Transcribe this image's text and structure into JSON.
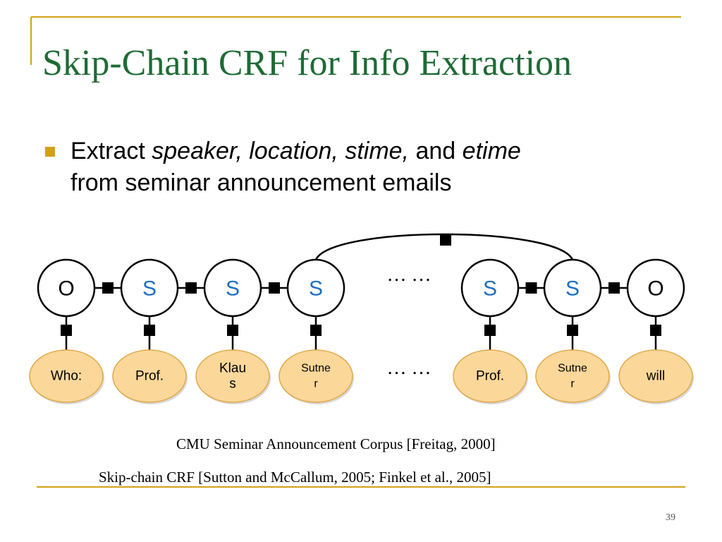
{
  "slide": {
    "title": "Skip-Chain CRF for Info Extraction",
    "bullet": {
      "prefix": "Extract ",
      "speaker": "speaker,",
      "location": "location,",
      "stime": "stime,",
      "and": "and",
      "etime": "etime",
      "line2": "from seminar announcement emails"
    },
    "ellipsis": "… …",
    "citation1": "CMU Seminar Announcement Corpus [Freitag, 2000]",
    "citation2": "Skip-chain CRF [Sutton and McCallum, 2005; Finkel et al., 2005]",
    "page_number": "39"
  },
  "diagram": {
    "labels": [
      "O",
      "S",
      "S",
      "S",
      "S",
      "S",
      "O"
    ],
    "label_colors": {
      "O": "#000000",
      "S": "#1f6fbf"
    },
    "words": [
      "Who:",
      "Prof.",
      "Klaus",
      "Sutner",
      "Prof.",
      "Sutner",
      "will"
    ],
    "word_lines": [
      [
        "Who:"
      ],
      [
        "Prof."
      ],
      [
        "Klau",
        "s"
      ],
      [
        "Sutne",
        "r"
      ],
      [
        "Prof."
      ],
      [
        "Sutne",
        "r"
      ],
      [
        "will"
      ]
    ],
    "colors": {
      "accent": "#d4a017",
      "title": "#1e6b35",
      "word_fill": "#fbd79a",
      "word_stroke": "#e0a94a"
    }
  }
}
